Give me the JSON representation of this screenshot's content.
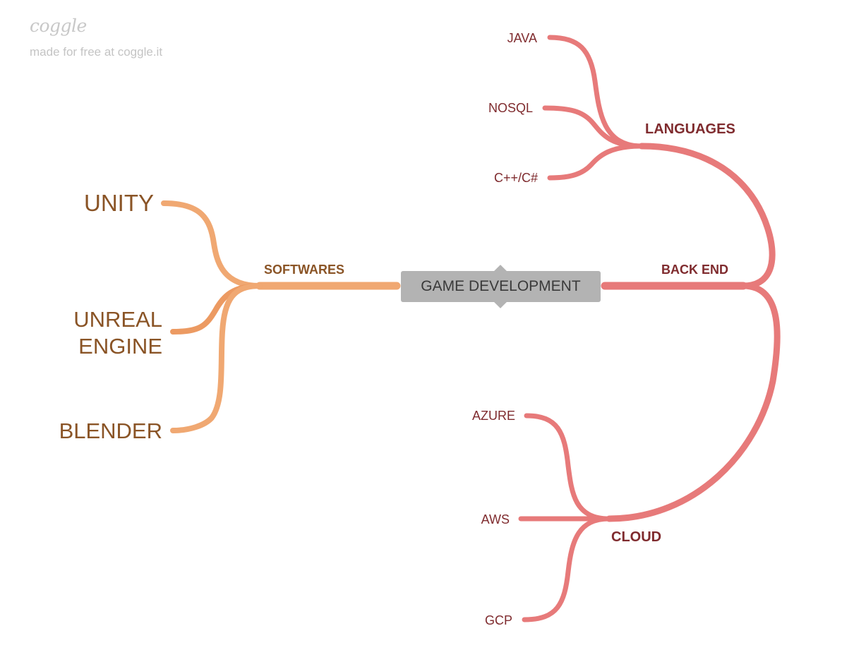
{
  "branding": {
    "logo": "coggle",
    "subtitle": "made for free at coggle.it"
  },
  "colors": {
    "orange_branch": "#f0a872",
    "red_branch": "#e77a7a",
    "root_fill": "#b3b3b3",
    "orange_text": "#8a5426",
    "red_text": "#7f2b2e"
  },
  "root": {
    "label": "GAME DEVELOPMENT"
  },
  "softwares": {
    "label": "SOFTWARES",
    "items": {
      "unity": "UNITY",
      "unreal_1": "UNREAL",
      "unreal_2": "ENGINE",
      "blender": "BLENDER"
    }
  },
  "backend": {
    "label": "BACK END",
    "languages": {
      "label": "LANGUAGES",
      "java": "JAVA",
      "nosql": "NOSQL",
      "cpp": "C++/C#"
    },
    "cloud": {
      "label": "CLOUD",
      "azure": "AZURE",
      "aws": "AWS",
      "gcp": "GCP"
    }
  }
}
